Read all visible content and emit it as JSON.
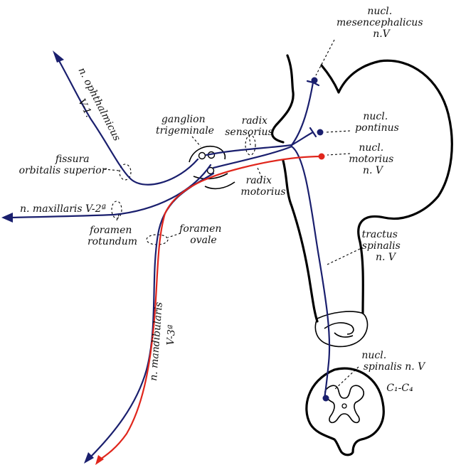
{
  "colors": {
    "sensory": "#1a1f6e",
    "motor": "#e0261c",
    "outline": "#000000"
  },
  "labels": {
    "nucl_mesencephalicus": [
      "nucl.",
      "mesencephalicus",
      "n.V"
    ],
    "nucl_pontinus": [
      "nucl.",
      "pontinus"
    ],
    "nucl_motorius": [
      "nucl.",
      "motorius",
      "n. V"
    ],
    "ganglion_trigeminale": [
      "ganglion",
      "trigeminale"
    ],
    "radix_sensorius": [
      "radix",
      "sensorius"
    ],
    "radix_motorius": [
      "radix",
      "motorius"
    ],
    "n_ophthalmicus": "n. ophthalmicus",
    "v1": "V-1.",
    "fissura_orbitalis_superior": [
      "fissura",
      "orbitalis superior"
    ],
    "n_maxillaris": "n. maxillaris V-2ª",
    "foramen_rotundum": [
      "foramen",
      "rotundum"
    ],
    "foramen_ovale": [
      "foramen",
      "ovale"
    ],
    "tractus_spinalis": [
      "tractus",
      "spinalis",
      "n. V"
    ],
    "n_mandibularis": "n. mandibularis",
    "v3": "V-3ª",
    "nucl_spinalis": [
      "nucl.",
      "spinalis n. V"
    ],
    "cervical_segments": "C₁-C₄"
  }
}
